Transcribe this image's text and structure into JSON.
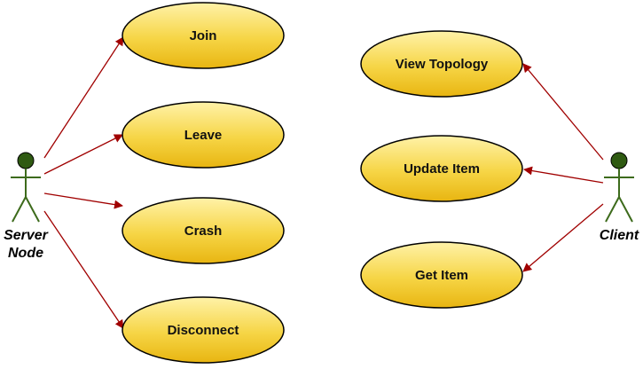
{
  "actors": {
    "server": {
      "label_line1": "Server",
      "label_line2": "Node"
    },
    "client": {
      "label": "Client"
    }
  },
  "use_cases": {
    "join": "Join",
    "leave": "Leave",
    "crash": "Crash",
    "disconnect": "Disconnect",
    "view_topology": "View Topology",
    "update_item": "Update Item",
    "get_item": "Get Item"
  },
  "colors": {
    "ellipse_fill_top": "#fff2a8",
    "ellipse_fill_bottom": "#e8b511",
    "ellipse_stroke": "#000000",
    "arrow": "#a00000",
    "actor": "#3d6b1c"
  }
}
